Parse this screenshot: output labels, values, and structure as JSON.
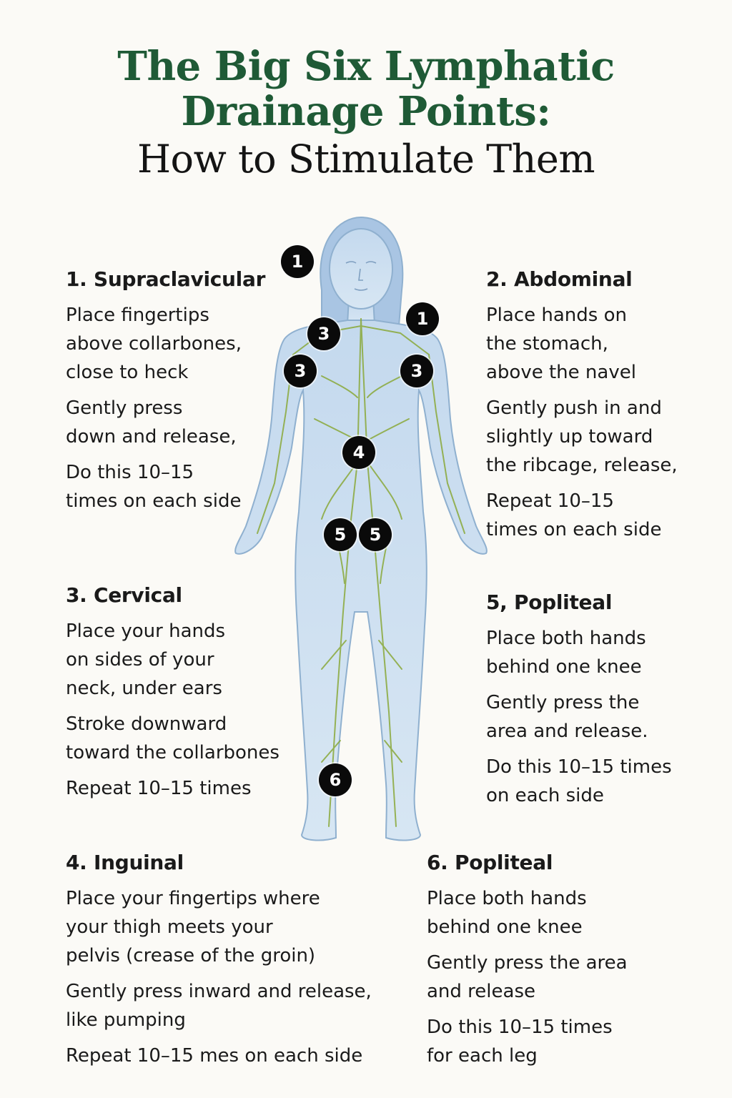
{
  "title": {
    "line1": "The Big Six Lymphatic",
    "line2": "Drainage Points:",
    "line3": "How to Stimulate Them"
  },
  "colors": {
    "title_accent": "#1f5a36",
    "body_fill": "#c9ddef",
    "lymph_vessels": "#8aa93a",
    "marker": "#0a0a0a"
  },
  "markers": [
    "1",
    "1",
    "3",
    "3",
    "3",
    "4",
    "5",
    "5",
    "6"
  ],
  "sections": {
    "supraclavicular": {
      "heading": "1. Supraclavicular",
      "p1": "Place fingertips\nabove collarbones,\nclose to heck",
      "p2": "Gently press\ndown and release,",
      "p3": "Do this 10–15\ntimes on each side"
    },
    "abdominal": {
      "heading": "2. Abdominal",
      "p1": "Place hands on\nthe stomach,\nabove the navel",
      "p2": "Gently push in and\nslightly up toward\nthe ribcage, release,",
      "p3": "Repeat 10–15\ntimes on each side"
    },
    "cervical": {
      "heading": "3. Cervical",
      "p1": "Place your hands\non sides of your\nneck, under ears",
      "p2": "Stroke downward\ntoward the collarbones",
      "p3": "Repeat 10–15 times"
    },
    "popliteal5": {
      "heading": "5, Popliteal",
      "p1": "Place both hands\nbehind one knee",
      "p2": "Gently press the\narea and release.",
      "p3": "Do this 10–15 times\non each side"
    },
    "inguinal": {
      "heading": "4. Inguinal",
      "p1": "Place your fingertips where\nyour thigh meets your\npelvis (crease of the groin)",
      "p2": "Gently press inward and release,\nlike pumping",
      "p3": "Repeat 10–15 mes on each side"
    },
    "popliteal6": {
      "heading": "6. Popliteal",
      "p1": "Place both hands\nbehind one knee",
      "p2": "Gently press the area\nand release",
      "p3": "Do this 10–15 times\nfor each leg"
    }
  }
}
